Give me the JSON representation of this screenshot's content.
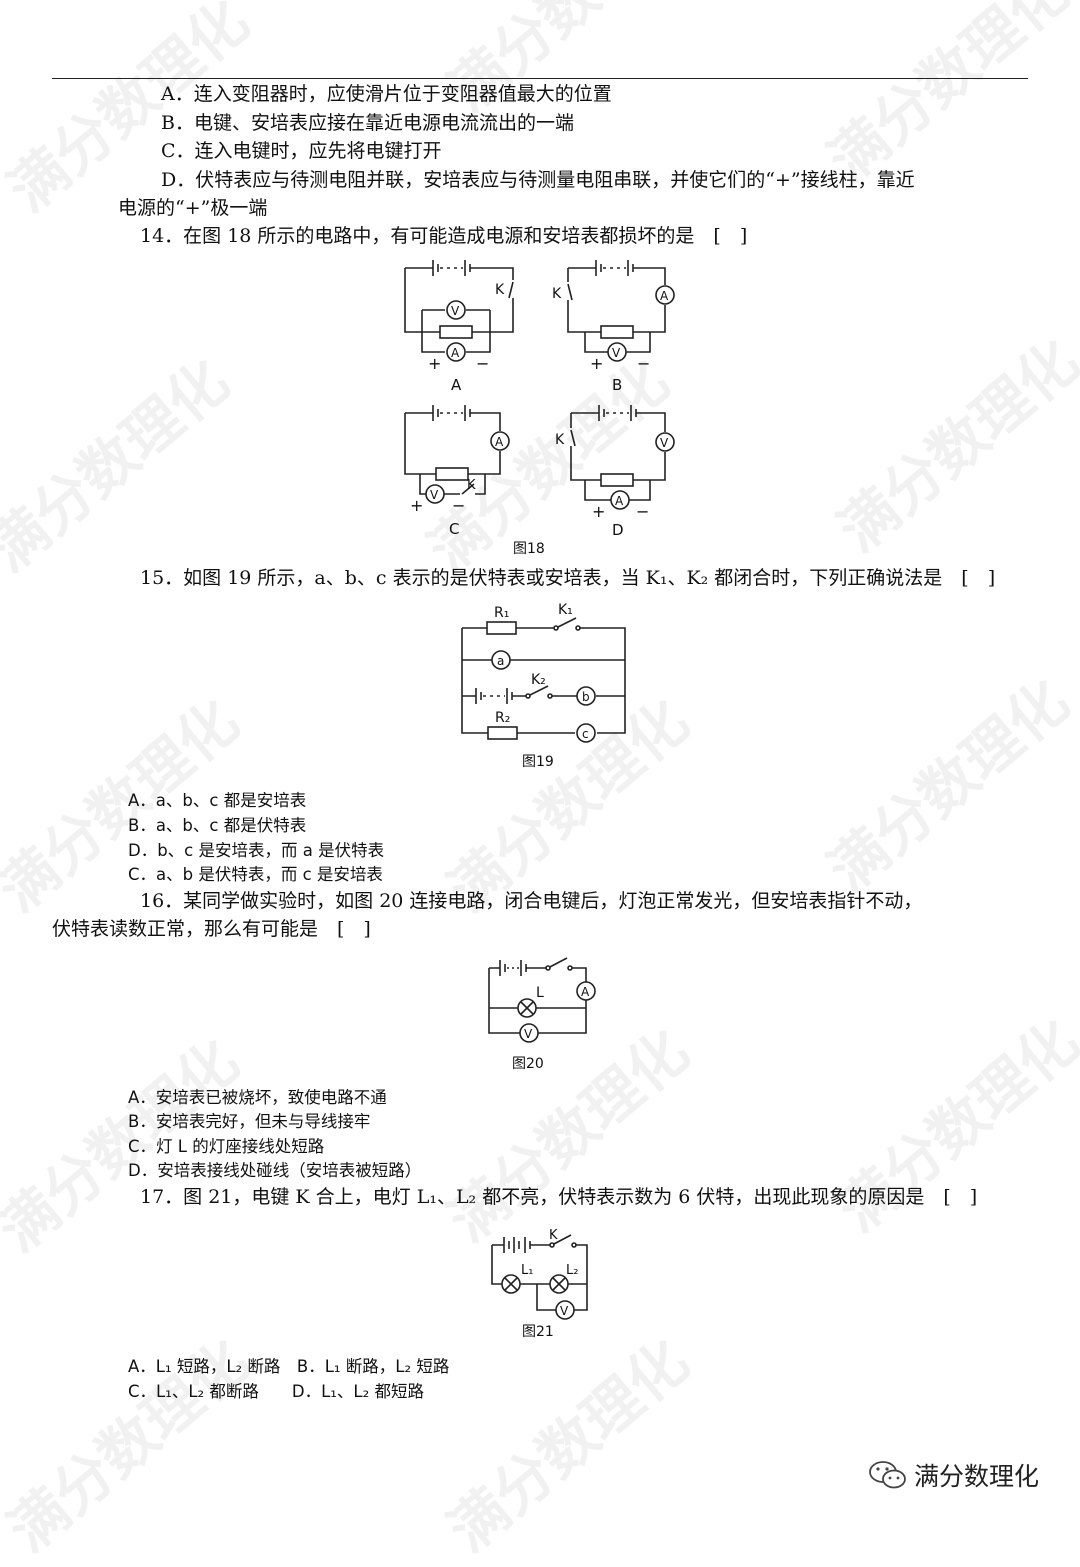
{
  "watermark": "满分数理化",
  "q13": {
    "a": "A．连入变阻器时，应使滑片位于变阻器值最大的位置",
    "b": "B．电键、安培表应接在靠近电源电流流出的一端",
    "c": "C．连入电键时，应先将电键打开",
    "d1": "D．伏特表应与待测电阻并联，安培表应与待测量电阻串联，并使它们的“+”接线柱，靠近",
    "d2": "电源的“+”极一端"
  },
  "q14": {
    "stem": "14．在图 18 所示的电路中，有可能造成电源和安培表都损坏的是　[　]",
    "labels": [
      "A",
      "B",
      "C",
      "D"
    ],
    "caption": "图18"
  },
  "q15": {
    "stem": "15．如图 19 所示，a、b、c 表示的是伏特表或安培表，当 K₁、K₂ 都闭合时，下列正确说法是　[　]",
    "caption": "图19",
    "options": [
      "A．a、b、c 都是安培表",
      "B．a、b、c 都是伏特表",
      "D．b、c 是安培表，而 a 是伏特表",
      "C．a、b 是伏特表，而 c 是安培表"
    ]
  },
  "q16": {
    "stem1": "16．某同学做实验时，如图 20 连接电路，闭合电键后，灯泡正常发光，但安培表指针不动，",
    "stem2": "伏特表读数正常，那么有可能是　[　]",
    "caption": "图20",
    "options": [
      "A．安培表已被烧坏，致使电路不通",
      "B．安培表完好，但未与导线接牢",
      "C．灯 L 的灯座接线处短路",
      "D．安培表接线处碰线（安培表被短路）"
    ]
  },
  "q17": {
    "stem": "17．图 21，电键 K 合上，电灯 L₁、L₂ 都不亮，伏特表示数为 6 伏特，出现此现象的原因是　[　]",
    "caption": "图21",
    "options": [
      "A．L₁ 短路，L₂ 断路　B．L₁ 断路，L₂ 短路",
      "C．L₁、L₂ 都断路　　D．L₁、L₂ 都短路"
    ]
  },
  "symbols": {
    "switch": "K",
    "voltmeter": "V",
    "ammeter": "A",
    "lamp": "L",
    "k1": "K₁",
    "k2": "K₂",
    "r1": "R₁",
    "r2": "R₂",
    "meter_a": "a",
    "meter_b": "b",
    "meter_c": "c",
    "lamp1": "L₁",
    "lamp2": "L₂",
    "plus": "+",
    "minus": "−"
  },
  "brand": "满分数理化"
}
